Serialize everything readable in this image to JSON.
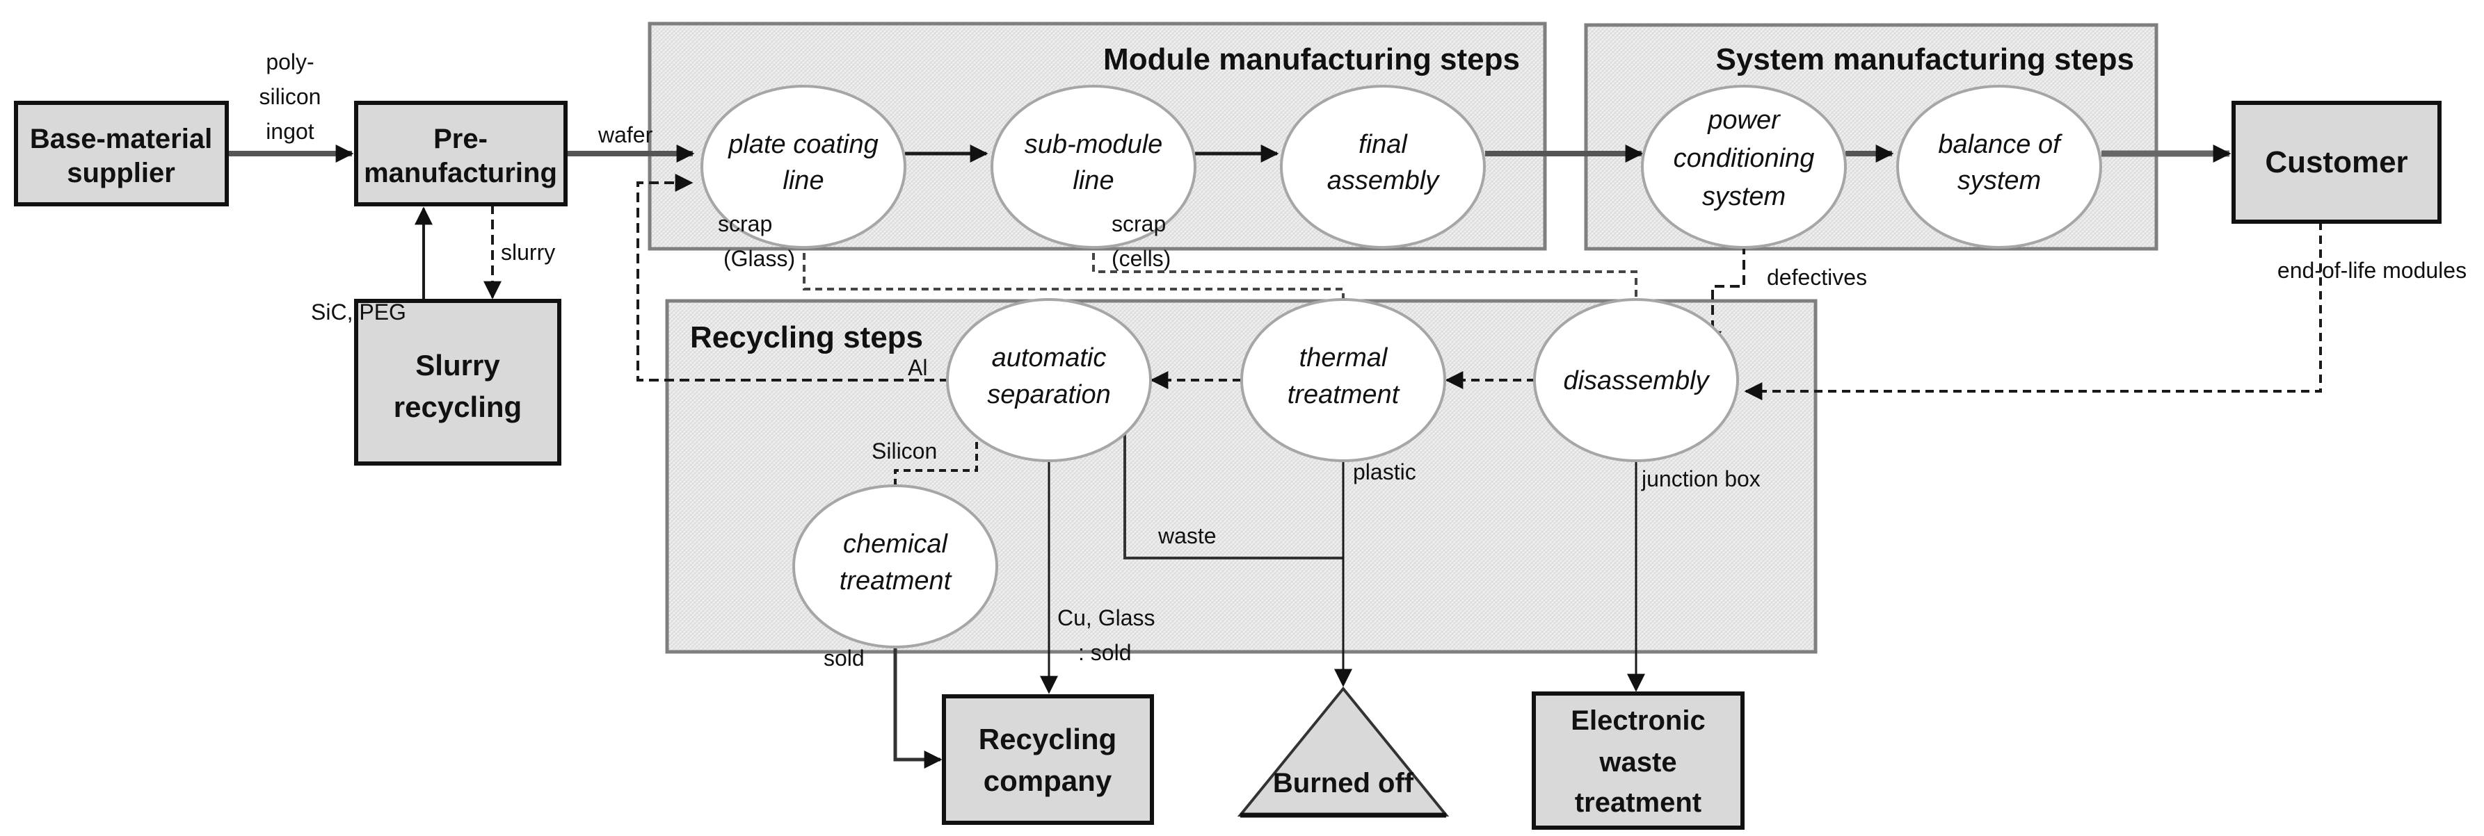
{
  "title": "PV module manufacturing and recycling process flow",
  "actors": {
    "base_supplier": [
      "Base-material",
      "supplier"
    ],
    "pre_manufacturing": [
      "Pre-",
      "manufacturing"
    ],
    "slurry_recycling": [
      "Slurry",
      "recycling"
    ],
    "customer": [
      "Customer"
    ],
    "recycling_company": [
      "Recycling",
      "company"
    ],
    "burned_off": [
      "Burned off"
    ],
    "electronic_waste": [
      "Electronic",
      "waste",
      "treatment"
    ]
  },
  "groups": {
    "module": "Module manufacturing steps",
    "system": "System manufacturing steps",
    "recycling": "Recycling steps"
  },
  "processes": {
    "plate_coating": [
      "plate coating",
      "line"
    ],
    "sub_module": [
      "sub-module",
      "line"
    ],
    "final_assembly": [
      "final",
      "assembly"
    ],
    "power_conditioning": [
      "power",
      "conditioning",
      "system"
    ],
    "balance_of_system": [
      "balance of",
      "system"
    ],
    "automatic_separation": [
      "automatic",
      "separation"
    ],
    "thermal_treatment": [
      "thermal",
      "treatment"
    ],
    "disassembly": [
      "disassembly"
    ],
    "chemical_treatment": [
      "chemical",
      "treatment"
    ]
  },
  "flow_labels": {
    "polysilicon": [
      "poly-",
      "silicon",
      "ingot"
    ],
    "wafer": "wafer",
    "slurry": "slurry",
    "sic_peg": "SiC, PEG",
    "scrap_glass": [
      "scrap",
      "(Glass)"
    ],
    "scrap_cells": [
      "scrap",
      "(cells)"
    ],
    "defectives": "defectives",
    "end_of_life": "end-of-life modules",
    "al": "Al",
    "silicon": "Silicon",
    "plastic": "plastic",
    "junction_box": "junction box",
    "waste": "waste",
    "cu_glass": [
      "Cu, Glass",
      ": sold"
    ],
    "sold": "sold"
  },
  "colors": {
    "box_fill": "#d9d9d9",
    "group_fill": "#ececec",
    "group_border": "#7f7f7f",
    "line": "#1a1a1a"
  }
}
